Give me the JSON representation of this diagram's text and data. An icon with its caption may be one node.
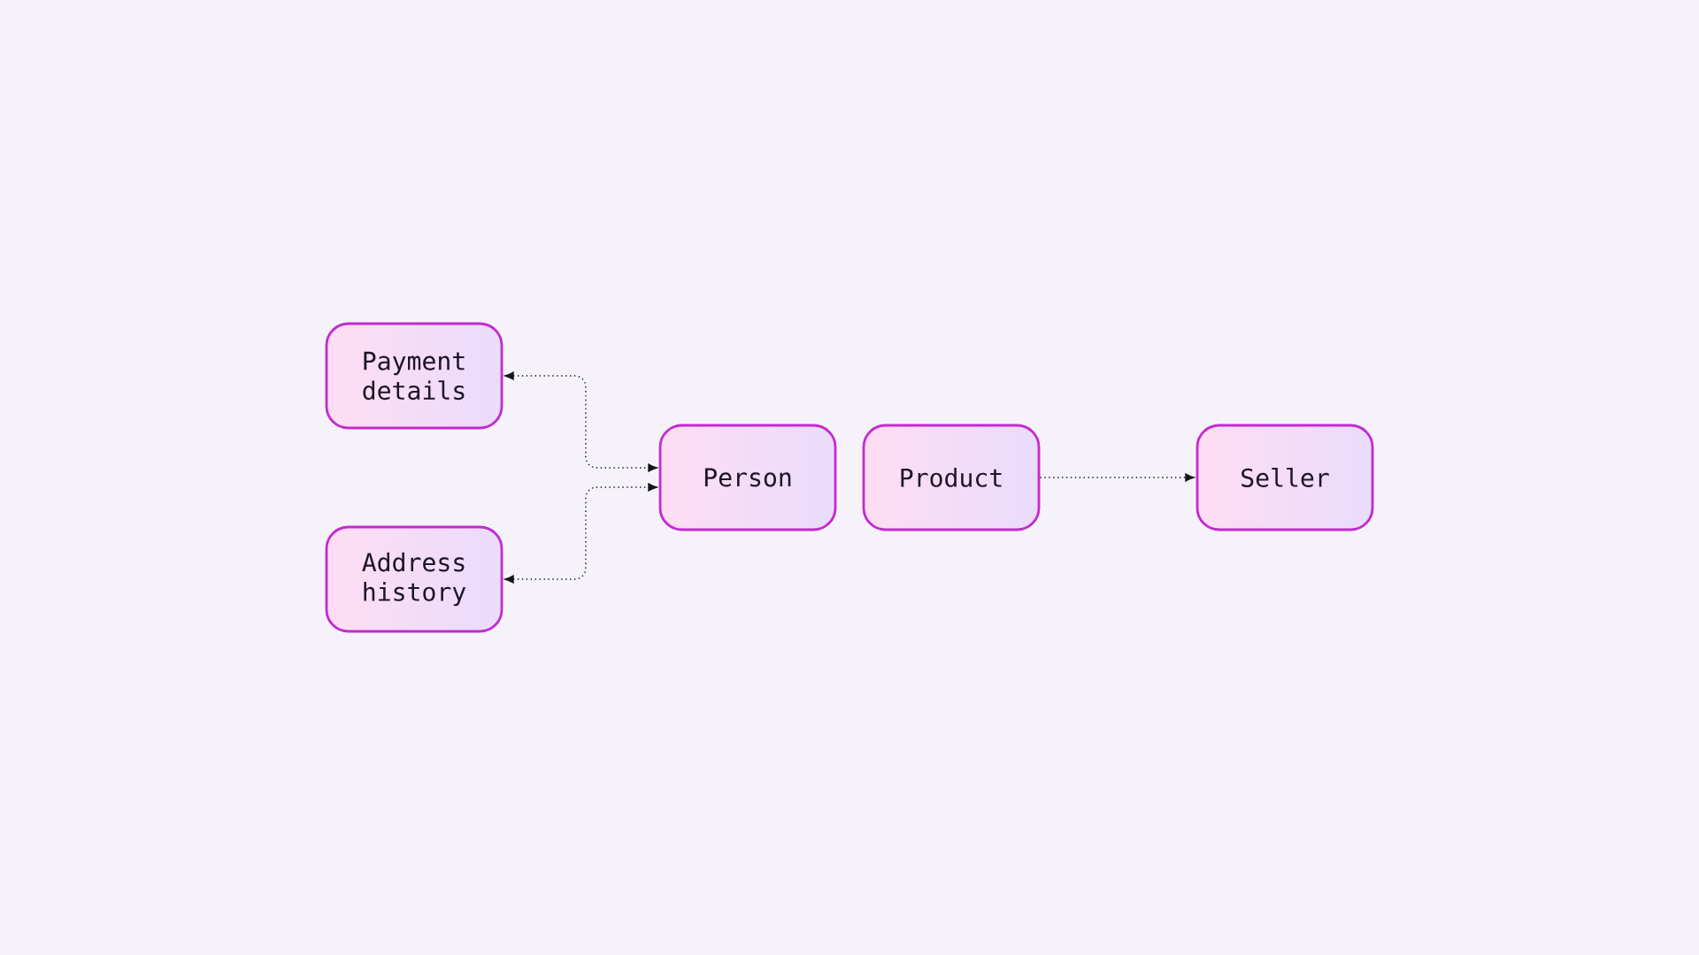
{
  "diagram": {
    "nodes": [
      {
        "text": [
          "Payment details"
        ]
      },
      {
        "text": [
          "Address history"
        ]
      },
      {
        "text": [
          "Person"
        ]
      },
      {
        "text": [
          "Product"
        ]
      },
      {
        "text": [
          "Seller"
        ]
      }
    ],
    "edges": [
      {
        "from": 0,
        "to": 2,
        "arrow": "both"
      },
      {
        "from": 1,
        "to": 2,
        "arrow": "both"
      },
      {
        "from": 3,
        "to": 4,
        "arrow": "to"
      }
    ]
  }
}
